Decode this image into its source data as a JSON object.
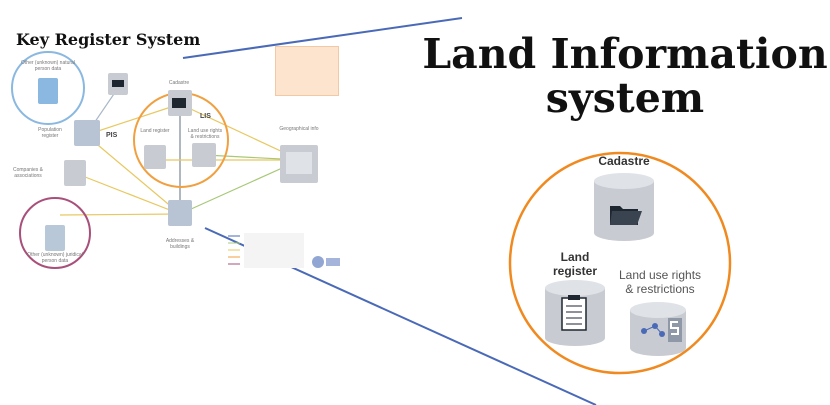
{
  "headings": {
    "key_register": "Key Register System",
    "land_info_line1": "Land Information",
    "land_info_line2": "system"
  },
  "zoom_panel": {
    "cadastre": "Cadastre",
    "land_register_line1": "Land",
    "land_register_line2": "register",
    "land_use_line1": "Land use rights",
    "land_use_line2": "& restrictions"
  },
  "mini_diagram": {
    "pis": "PIS",
    "lis": "LIS",
    "cadastre": "Cadastre",
    "population_register": "Population register",
    "companies": "Companies & associations",
    "addresses": "Addresses & buildings",
    "geographical": "Geographical info",
    "land_register": "Land register",
    "land_use": "Land use rights & restrictions",
    "other_persons_top": "Other (unknown) natural person data",
    "other_persons_bottom": "Other (unknown) juridical person data"
  },
  "colors": {
    "orange": "#f0a040",
    "blue_circle": "#8ab8e0",
    "purple_circle": "#a8507a",
    "line_blue": "#4a6ab8",
    "line_yellow": "#e8c860",
    "line_green": "#a8c878",
    "icon_bg": "#c8ccd2",
    "icon_dark": "#1e2630"
  }
}
